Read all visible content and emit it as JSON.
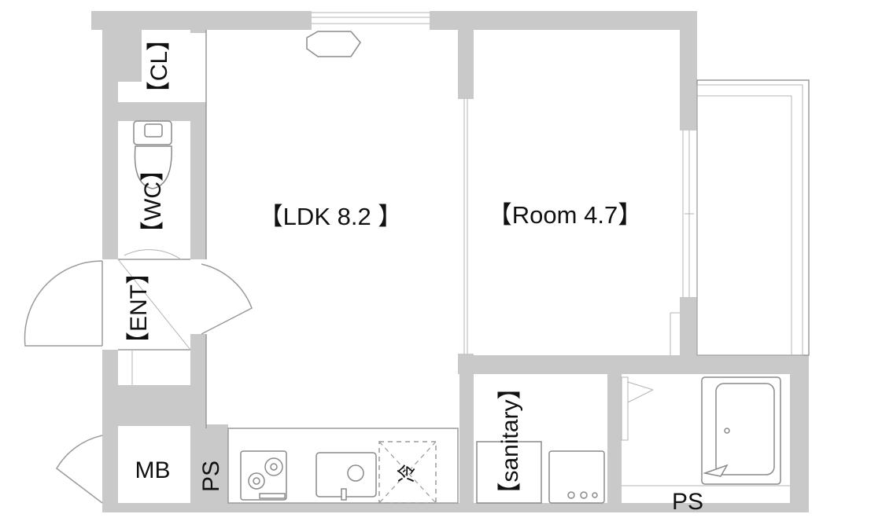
{
  "rooms": {
    "closet": "【CL】",
    "wc": "【WC】",
    "entrance": "【ENT】",
    "ldk": "【LDK 8.2 】",
    "room": "【Room 4.7】",
    "sanitary": "【sanitary】",
    "meter_box": "MB",
    "pipe_space_left": "PS",
    "pipe_space_bottom": "PS",
    "fridge": "冷"
  },
  "colors": {
    "wall": "#c9c9c9",
    "line": "#9a9a9a",
    "text": "#111111"
  }
}
